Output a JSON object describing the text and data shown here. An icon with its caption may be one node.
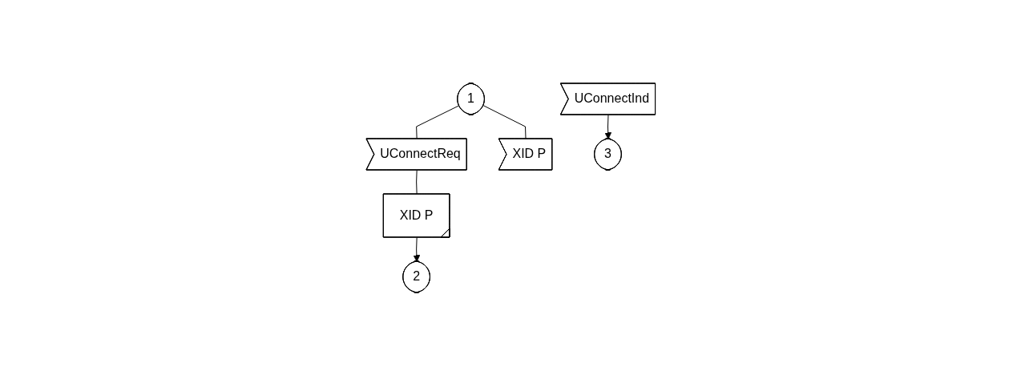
{
  "diagram": {
    "nodes": [
      {
        "text": [
          "1"
        ]
      },
      {
        "text": [
          "UConnectReq"
        ]
      },
      {
        "text": [
          "XID P"
        ]
      },
      {
        "text": [
          "XID P"
        ]
      },
      {
        "text": [
          "UConnectInd"
        ]
      },
      {
        "text": [
          "2"
        ]
      },
      {
        "text": [
          "3"
        ]
      }
    ],
    "edges": [
      {
        "from": 0,
        "to": 1,
        "arrow": "none"
      },
      {
        "from": 0,
        "to": 2,
        "arrow": "none"
      },
      {
        "from": 1,
        "to": 3,
        "arrow": "none"
      },
      {
        "from": 3,
        "to": 5,
        "arrow": "to"
      },
      {
        "from": 4,
        "to": 6,
        "arrow": "to"
      }
    ]
  }
}
